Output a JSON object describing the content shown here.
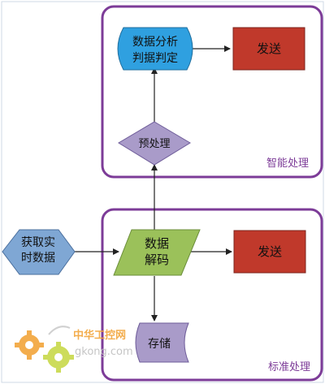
{
  "regions": {
    "smart": {
      "label": "智能处理",
      "color": "#7d3c98"
    },
    "standard": {
      "label": "标准处理",
      "color": "#7d3c98"
    }
  },
  "nodes": {
    "acquire": {
      "lines": [
        "获取实",
        "时数据"
      ],
      "shape": "hexagon",
      "fill": "#7fa7d4"
    },
    "decode": {
      "lines": [
        "数据",
        "解码"
      ],
      "shape": "parallelogram",
      "fill": "#9bc15a"
    },
    "preprocess": {
      "text": "预处理",
      "shape": "diamond",
      "fill": "#a99bc9"
    },
    "analyze": {
      "lines": [
        "数据分析",
        "判据判定"
      ],
      "shape": "stored-data",
      "fill": "#2fa0e0"
    },
    "send_top": {
      "text": "发送",
      "shape": "rectangle",
      "fill": "#c0392b"
    },
    "send_bottom": {
      "text": "发送",
      "shape": "rectangle",
      "fill": "#c0392b"
    },
    "storage": {
      "text": "存储",
      "shape": "stored-data",
      "fill": "#a99bc9"
    }
  },
  "watermark": {
    "brand": "中华工控网",
    "url": "gkong.com"
  }
}
